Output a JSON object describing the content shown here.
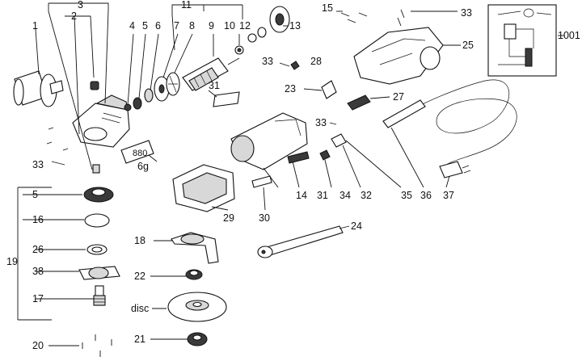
{
  "callouts": [
    {
      "id": "c1",
      "text": "1"
    },
    {
      "id": "c2",
      "text": "2"
    },
    {
      "id": "c3",
      "text": "3"
    },
    {
      "id": "c4",
      "text": "4"
    },
    {
      "id": "c5",
      "text": "5"
    },
    {
      "id": "c6",
      "text": "6"
    },
    {
      "id": "c7",
      "text": "7"
    },
    {
      "id": "c8",
      "text": "8"
    },
    {
      "id": "c9",
      "text": "9"
    },
    {
      "id": "c10",
      "text": "10"
    },
    {
      "id": "c11",
      "text": "11"
    },
    {
      "id": "c12",
      "text": "12"
    },
    {
      "id": "c13",
      "text": "13"
    },
    {
      "id": "c14",
      "text": "14"
    },
    {
      "id": "c15",
      "text": "15"
    },
    {
      "id": "c16",
      "text": "16"
    },
    {
      "id": "c17",
      "text": "17"
    },
    {
      "id": "c18",
      "text": "18"
    },
    {
      "id": "c19",
      "text": "19"
    },
    {
      "id": "c20",
      "text": "20"
    },
    {
      "id": "c21",
      "text": "21"
    },
    {
      "id": "c22",
      "text": "22"
    },
    {
      "id": "c23",
      "text": "23"
    },
    {
      "id": "c24",
      "text": "24"
    },
    {
      "id": "c25",
      "text": "25"
    },
    {
      "id": "c26",
      "text": "26"
    },
    {
      "id": "c27",
      "text": "27"
    },
    {
      "id": "c28",
      "text": "28"
    },
    {
      "id": "c29",
      "text": "29"
    },
    {
      "id": "c30",
      "text": "30"
    },
    {
      "id": "c31a",
      "text": "31"
    },
    {
      "id": "c31b",
      "text": "31"
    },
    {
      "id": "c32",
      "text": "32"
    },
    {
      "id": "c33a",
      "text": "33"
    },
    {
      "id": "c33b",
      "text": "33"
    },
    {
      "id": "c33c",
      "text": "33"
    },
    {
      "id": "c33d",
      "text": "33"
    },
    {
      "id": "c34",
      "text": "34"
    },
    {
      "id": "c35",
      "text": "35"
    },
    {
      "id": "c36",
      "text": "36"
    },
    {
      "id": "c37",
      "text": "37"
    },
    {
      "id": "c38",
      "text": "38"
    },
    {
      "id": "c5b",
      "text": "5"
    },
    {
      "id": "c1001",
      "text": "1001"
    },
    {
      "id": "cdisc",
      "text": "disc"
    },
    {
      "id": "c6g",
      "text": "6g"
    }
  ],
  "grease_tube_label": "880"
}
